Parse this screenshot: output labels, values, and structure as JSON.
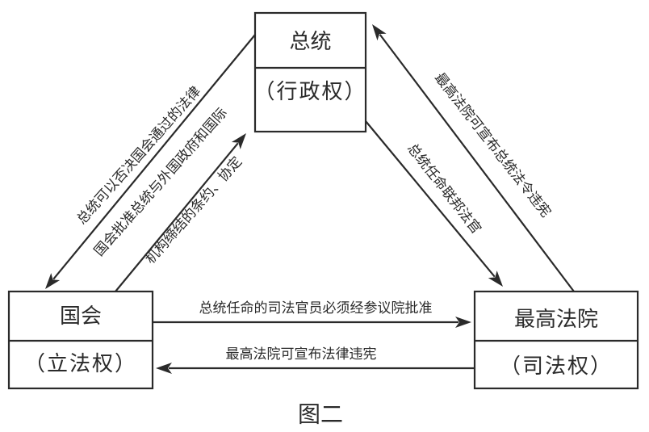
{
  "diagram": {
    "caption": "图二",
    "nodes": {
      "president": {
        "title": "总统",
        "subtitle": "（行政权）"
      },
      "congress": {
        "title": "国会",
        "subtitle": "（立法权）"
      },
      "court": {
        "title": "最高法院",
        "subtitle": "（司法权）"
      }
    },
    "edges": [
      {
        "id": "veto",
        "from": "president",
        "to": "congress",
        "label": "总统可以否决国会通过的法律"
      },
      {
        "id": "treaty",
        "from": "congress",
        "to": "president",
        "label_lines": [
          "国会批准总统与外国政府和国际",
          "机构缔结的条约、协定"
        ]
      },
      {
        "id": "appoint-judges",
        "from": "president",
        "to": "court",
        "label": "总统任命联邦法官"
      },
      {
        "id": "court-review-president",
        "from": "court",
        "to": "president",
        "label": "最高法院可宣布总统法令违宪"
      },
      {
        "id": "senate-confirm",
        "from": "congress",
        "to": "court",
        "label": "总统任命的司法官员必须经参议院批准"
      },
      {
        "id": "court-review-law",
        "from": "court",
        "to": "congress",
        "label": "最高法院可宣布法律违宪"
      }
    ]
  }
}
